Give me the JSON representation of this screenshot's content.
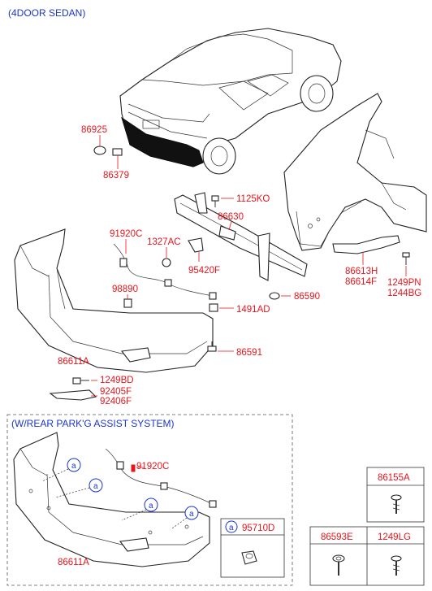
{
  "header": {
    "title": "(4DOOR SEDAN)"
  },
  "labels": {
    "p86925": "86925",
    "p86379": "86379",
    "p1125KO": "1125KO",
    "p86630": "86630",
    "p91920C_top": "91920C",
    "p1327AC": "1327AC",
    "p95420F": "95420F",
    "p86613H": "86613H",
    "p86614F": "86614F",
    "p1249PN": "1249PN",
    "p1244BG": "1244BG",
    "p98890": "98890",
    "p86590": "86590",
    "p1491AD": "1491AD",
    "p86611A_top": "86611A",
    "p86591": "86591",
    "p1249BD": "1249BD",
    "p92405F": "92405F",
    "p92406F": "92406F"
  },
  "park_assist": {
    "title": "(W/REAR PARK'G ASSIST SYSTEM)",
    "p91920C": "91920C",
    "p86611A": "86611A",
    "callout_letter": "a",
    "legend_part": "95710D"
  },
  "table": {
    "top_cell": "86155A",
    "bottom_left": "86593E",
    "bottom_right": "1249LG"
  }
}
